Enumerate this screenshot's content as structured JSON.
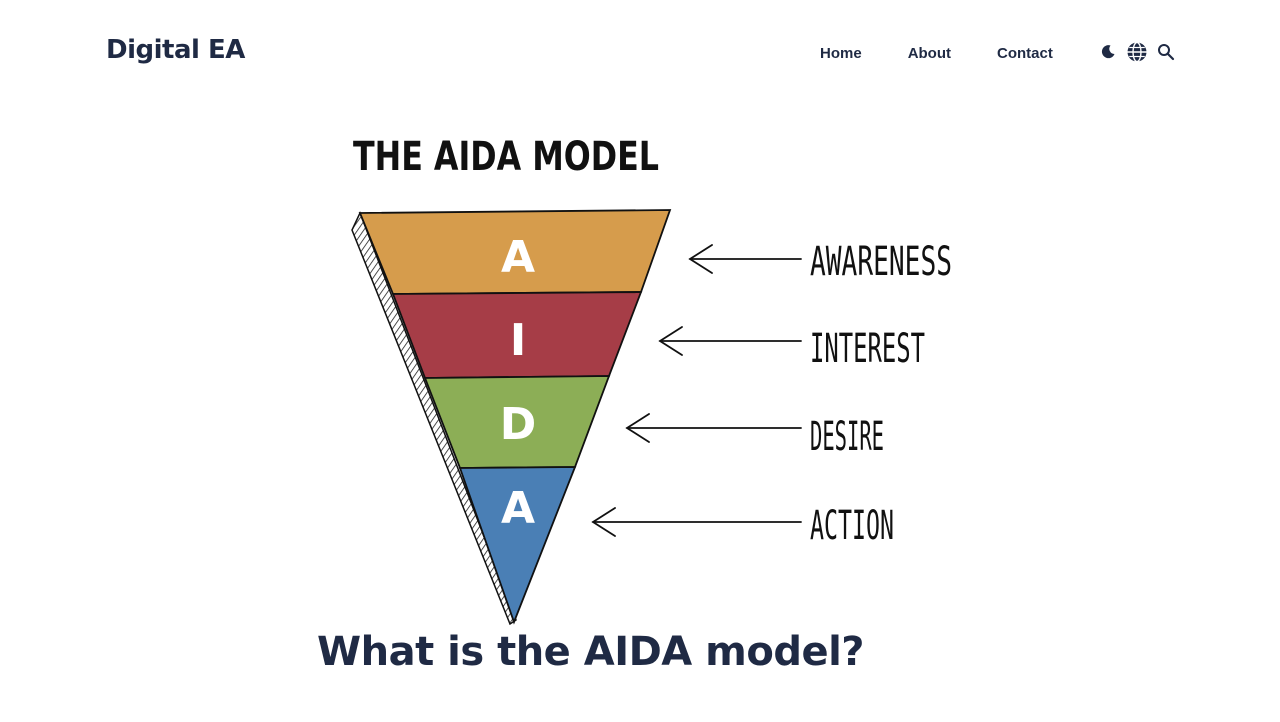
{
  "site": {
    "logo": "Digital EA"
  },
  "nav": {
    "items": [
      {
        "label": "Home"
      },
      {
        "label": "About"
      },
      {
        "label": "Contact"
      }
    ]
  },
  "tools": {
    "icons": [
      "moon-icon",
      "globe-icon",
      "search-icon"
    ]
  },
  "illustration": {
    "title": "THE AIDA MODEL",
    "stages": [
      {
        "letter": "A",
        "label": "AWARENESS",
        "color": "#d69c4c"
      },
      {
        "letter": "I",
        "label": "INTEREST",
        "color": "#a63d47"
      },
      {
        "letter": "D",
        "label": "DESIRE",
        "color": "#8cae56"
      },
      {
        "letter": "A",
        "label": "ACTION",
        "color": "#4a7fb5"
      }
    ]
  },
  "article": {
    "title": "What is the AIDA model?"
  },
  "colors": {
    "text": "#1f2a44",
    "background": "#ffffff"
  }
}
